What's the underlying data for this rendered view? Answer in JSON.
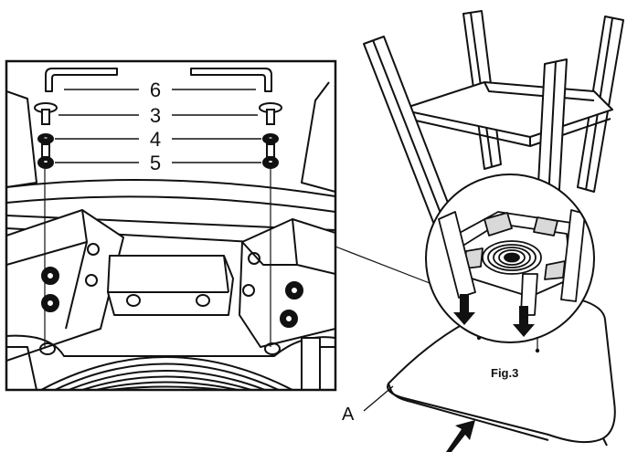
{
  "figure": {
    "caption": "Fig.3",
    "part_label": "A",
    "detail_labels": [
      "6",
      "3",
      "4",
      "5"
    ]
  },
  "colors": {
    "ink": "#111111",
    "paper": "#ffffff",
    "grey": "#d9d9d9"
  },
  "icons": [
    "allen-key-icon",
    "bolt-icon",
    "spring-washer-icon",
    "flat-washer-icon",
    "arrow-down-icon"
  ]
}
